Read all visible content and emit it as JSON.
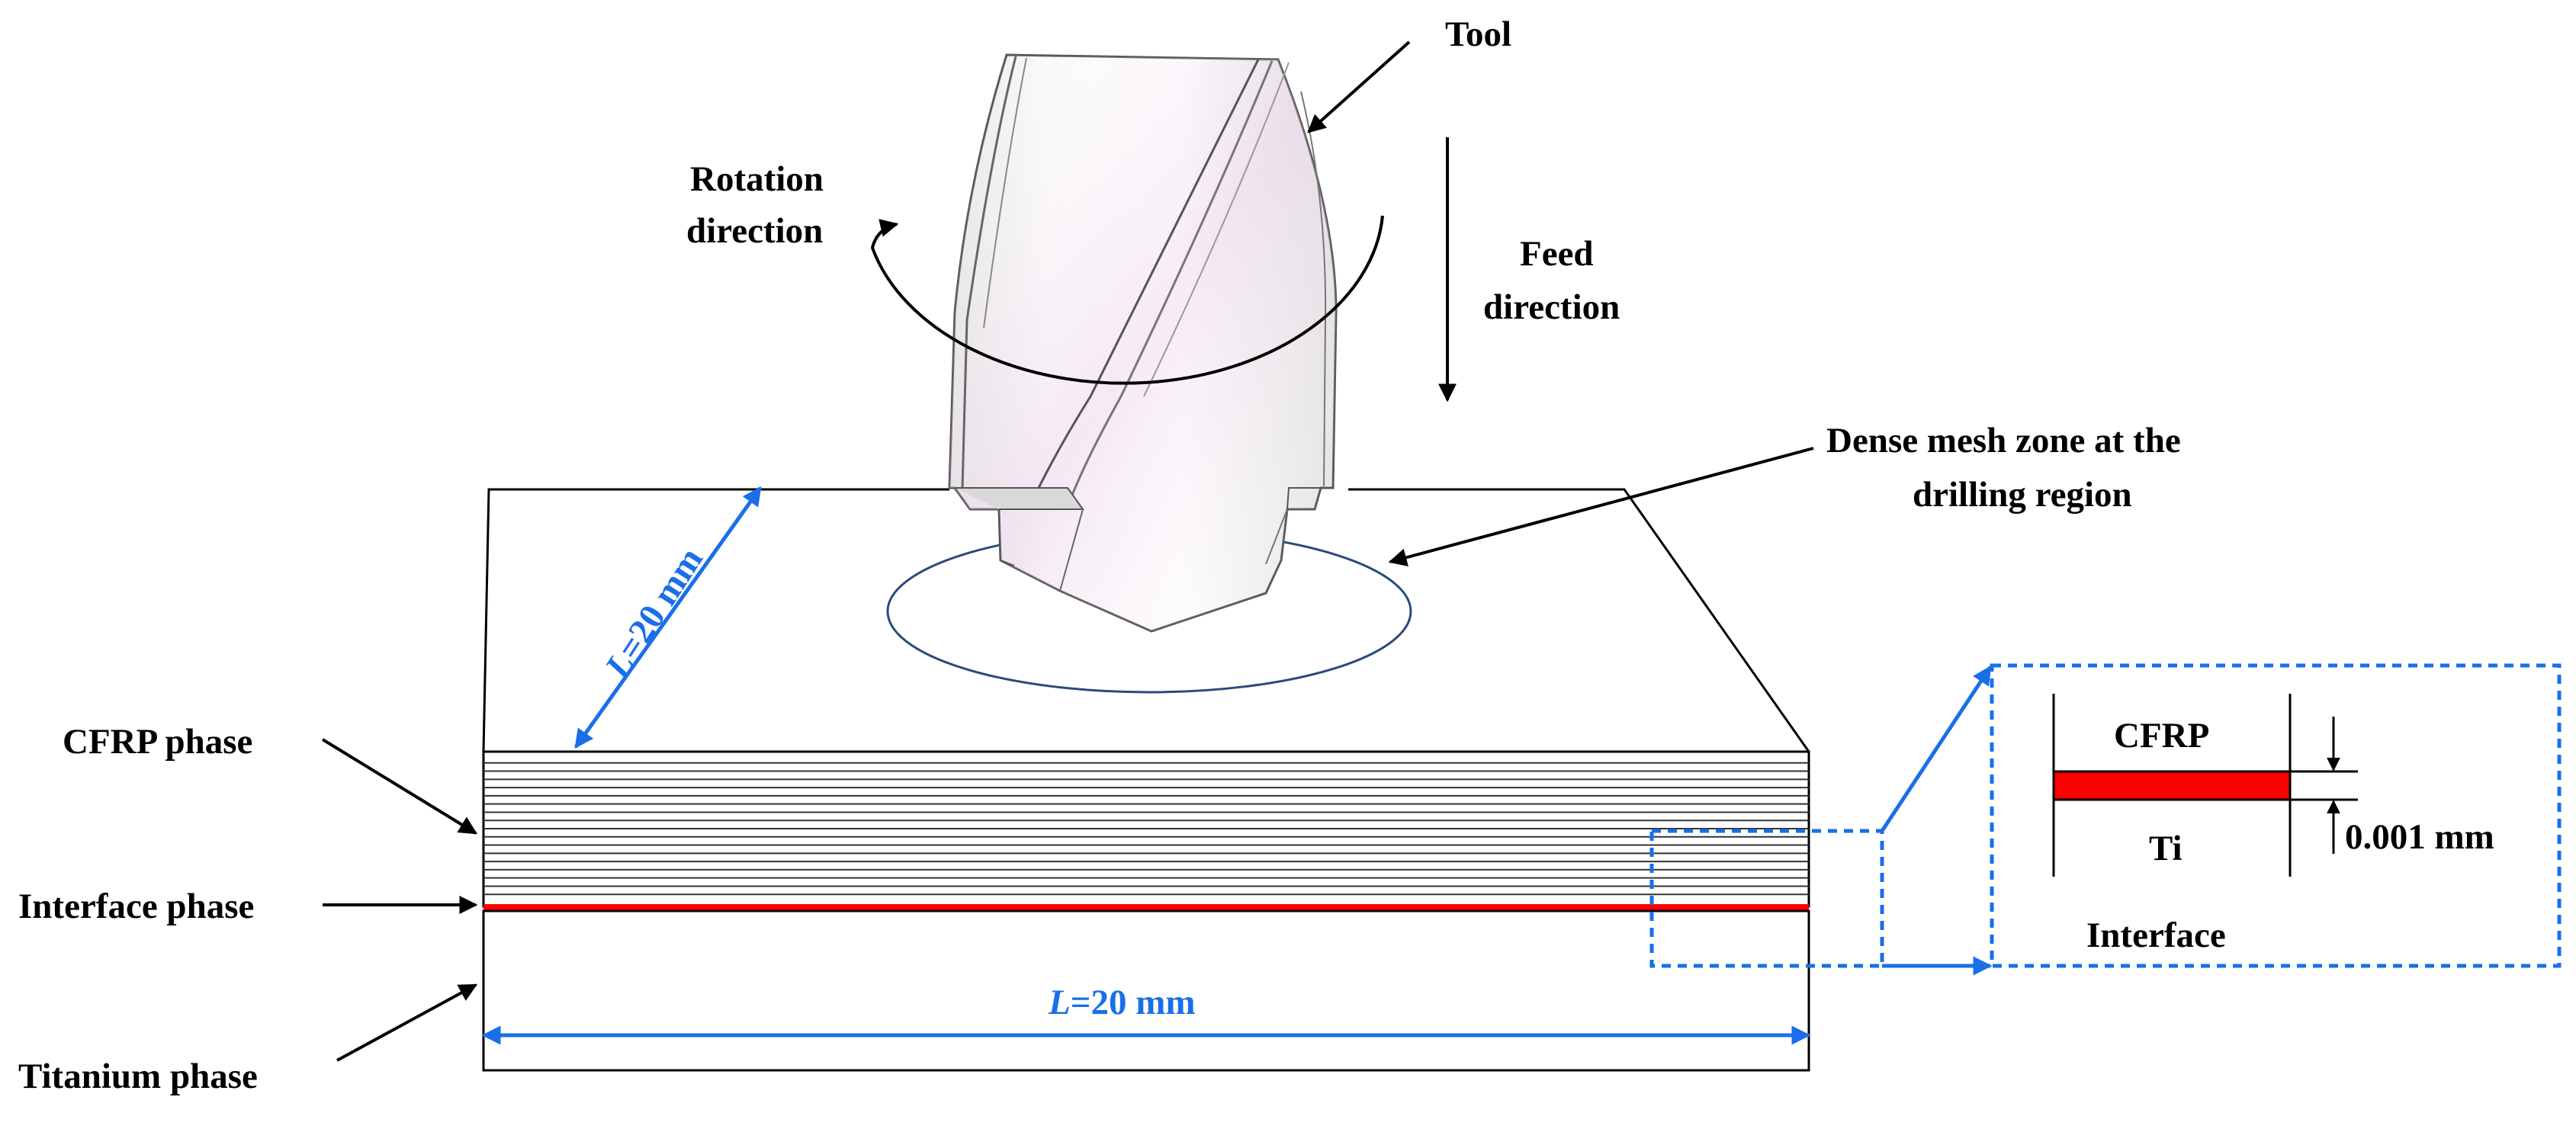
{
  "labels": {
    "tool": "Tool",
    "rotation_line1": "Rotation",
    "rotation_line2": "direction",
    "feed_line1": "Feed",
    "feed_line2": "direction",
    "mesh_line1": "Dense mesh zone at the",
    "mesh_line2": "drilling region",
    "cfrp_phase": "CFRP phase",
    "interface_phase": "Interface phase",
    "titanium_phase": "Titanium phase"
  },
  "dimensions": {
    "depth_var": "L",
    "depth_value": "=20 mm",
    "width_var": "L",
    "width_value": "=20 mm"
  },
  "inset": {
    "cfrp": "CFRP",
    "ti": "Ti",
    "thickness": "0.001 mm",
    "caption": "Interface"
  },
  "colors": {
    "dimension_blue": "#1a6fe8",
    "interface_red": "#ff0000",
    "mesh_outline": "#2b4a7a",
    "ply_lines": "#333333"
  }
}
